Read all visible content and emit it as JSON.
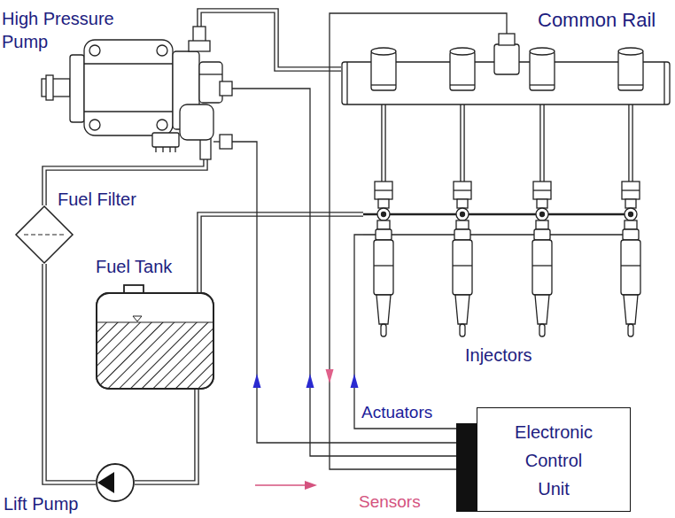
{
  "diagram": {
    "nodes": [
      {
        "text": [
          "High Pressure Pump"
        ]
      },
      {
        "text": [
          "Common Rail"
        ]
      },
      {
        "text": [
          "Fuel Filter"
        ]
      },
      {
        "text": [
          "Fuel Tank"
        ]
      },
      {
        "text": [
          "Injectors"
        ]
      },
      {
        "text": [
          "Electronic Control Unit"
        ]
      },
      {
        "text": [
          "Lift Pump"
        ]
      }
    ],
    "edges": [
      {
        "from": 3,
        "to": 6,
        "arrow": "none"
      },
      {
        "from": 6,
        "to": 2,
        "arrow": "none"
      },
      {
        "from": 2,
        "to": 0,
        "arrow": "none"
      },
      {
        "from": 0,
        "to": 1,
        "arrow": "none"
      },
      {
        "from": 1,
        "to": 4,
        "arrow": "none"
      },
      {
        "from": 4,
        "to": 3,
        "arrow": "none"
      },
      {
        "from": 5,
        "to": 0,
        "arrow": "to"
      },
      {
        "from": 5,
        "to": 0,
        "arrow": "to"
      },
      {
        "from": 1,
        "to": 5,
        "arrow": "to"
      },
      {
        "from": 5,
        "to": 4,
        "arrow": "to"
      }
    ],
    "labels": [
      "Actuators",
      "Sensors"
    ]
  }
}
